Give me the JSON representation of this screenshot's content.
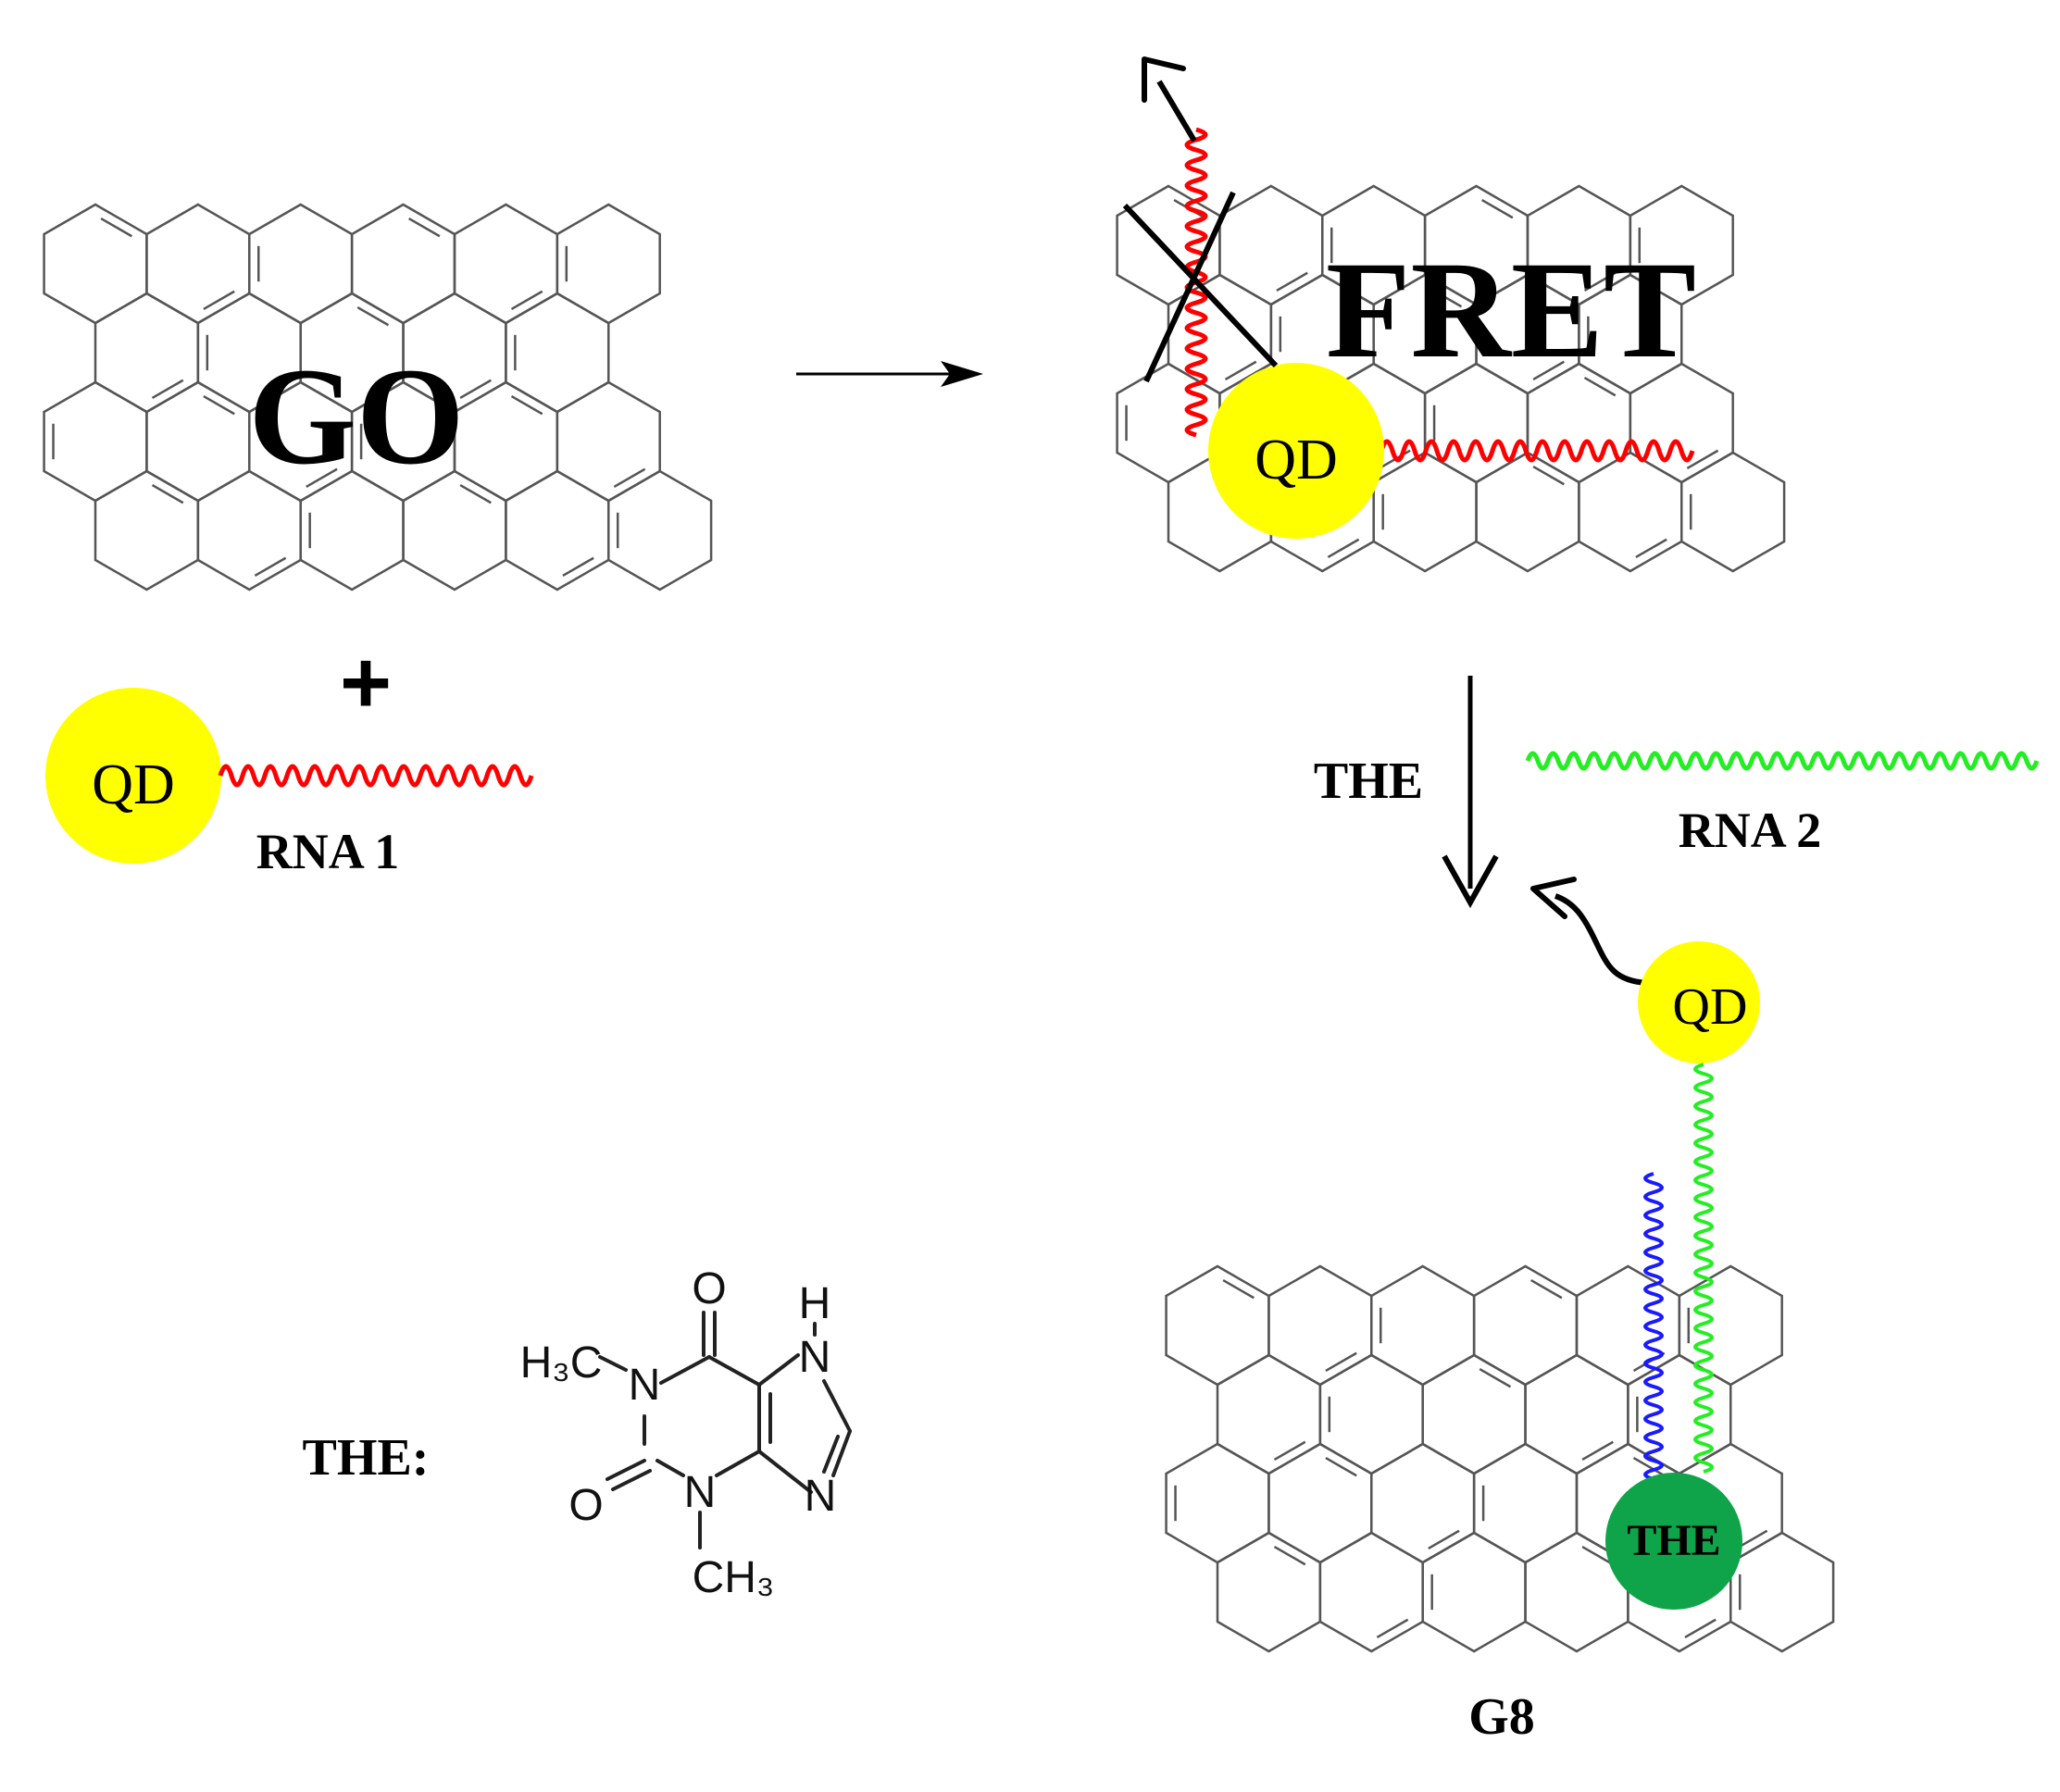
{
  "labels": {
    "go": "GO",
    "plus": "+",
    "rna1": "RNA 1",
    "fret": "FRET",
    "qd": "QD",
    "the_arrow": "THE",
    "rna2": "RNA 2",
    "the_prefix": "THE:",
    "the_dot": "THE",
    "g8": "G8"
  },
  "molecule": {
    "o_top": "O",
    "o_left": "O",
    "n1": "N",
    "n3": "N",
    "n7": "N",
    "n9": "N",
    "h": "H",
    "ch3_top": "H₃C",
    "ch3_bottom": "CH₃"
  },
  "colors": {
    "lattice": "#555555",
    "qd": "#ffff00",
    "rna1": "#ff0000",
    "rna2": "#22ee22",
    "aptamer": "#1a1aff",
    "the_dot": "#0fa44a",
    "arrow": "#000000"
  }
}
